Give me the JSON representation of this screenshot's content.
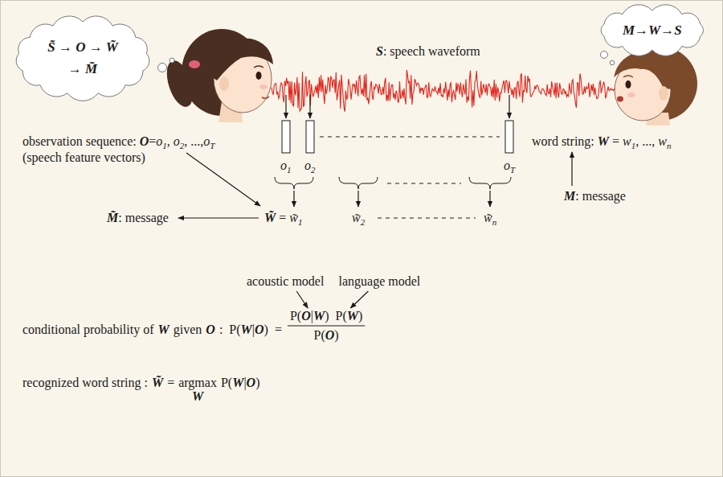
{
  "diagram": {
    "nodes": [
      {
        "text": [
          "S̃ → O → W̃ → M̃"
        ]
      },
      {
        "text": [
          "M→W→S"
        ]
      }
    ],
    "labels": [
      "S",
      ": speech waveform",
      "o",
      "1",
      "o",
      "2",
      "o",
      "T",
      "observation sequence:",
      "O",
      "=",
      "o",
      "1",
      ",",
      "o",
      "2",
      ", ...,",
      "o",
      "T",
      "(speech feature vectors)",
      "word string:",
      "W",
      "=",
      "w",
      "1",
      ", ...,",
      "w",
      "n",
      "M",
      ": message",
      "M̃",
      ": message",
      "W̃",
      "=",
      "w̃",
      "1",
      "w̃",
      "2",
      "w̃",
      "n",
      "acoustic model",
      "language model",
      "conditional probability of",
      "W",
      "given",
      "O",
      ":",
      "P(",
      "W",
      "|",
      "O",
      ")",
      "=",
      "P(",
      "O",
      "|",
      "W",
      ")",
      "P(",
      "W",
      ")",
      "P(",
      "O",
      ")",
      "recognized word string :",
      "W̃",
      "=",
      "argmax",
      "P(",
      "W",
      "|",
      "O",
      ")",
      "W"
    ]
  }
}
